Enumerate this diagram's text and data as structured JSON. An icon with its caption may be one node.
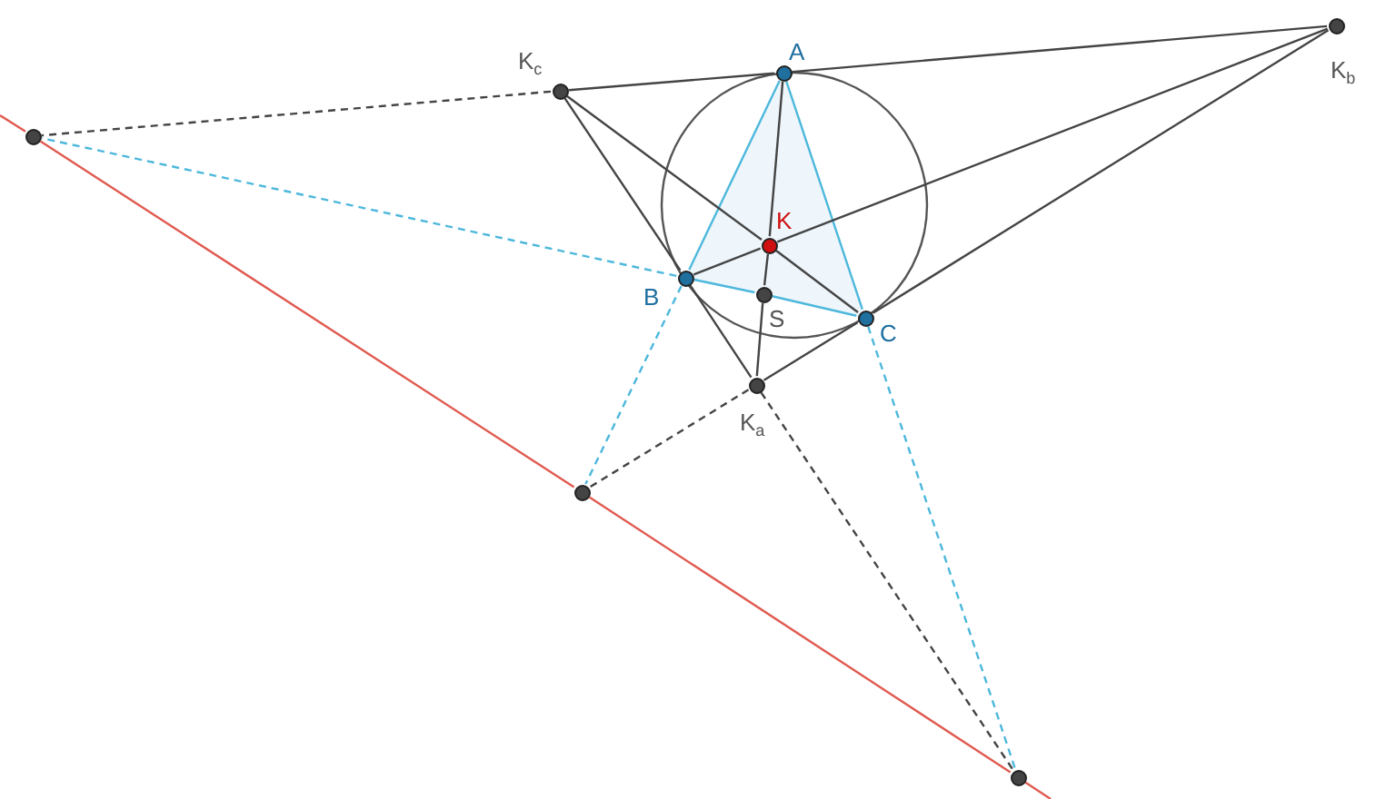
{
  "diagram": {
    "nodes": [
      {
        "text": [
          "A"
        ]
      },
      {
        "text": [
          "B"
        ]
      },
      {
        "text": [
          "C"
        ]
      },
      {
        "text": [
          "K"
        ]
      },
      {
        "text": [
          "S"
        ]
      },
      {
        "text": [
          "K$_{a}$"
        ]
      },
      {
        "text": [
          "K$_{b}$"
        ]
      },
      {
        "text": [
          "K$_{c}$"
        ]
      },
      {
        "text": [],
        "shape": "circle"
      },
      {
        "text": [],
        "shape": "circle"
      },
      {
        "text": [],
        "shape": "circle"
      }
    ],
    "edges": [
      {
        "from": 0,
        "to": 1,
        "arrow": "none",
        "color": "#4db8dc"
      },
      {
        "from": 1,
        "to": 4,
        "arrow": "none",
        "color": "#4db8dc"
      },
      {
        "from": 4,
        "to": 2,
        "arrow": "none",
        "color": "#4db8dc"
      },
      {
        "from": 2,
        "to": 0,
        "arrow": "none",
        "color": "#4db8dc"
      },
      {
        "from": 7,
        "to": 0,
        "arrow": "none"
      },
      {
        "from": 0,
        "to": 6,
        "arrow": "none"
      },
      {
        "from": 7,
        "to": 1,
        "arrow": "none"
      },
      {
        "from": 1,
        "to": 5,
        "arrow": "none"
      },
      {
        "from": 6,
        "to": 2,
        "arrow": "none"
      },
      {
        "from": 2,
        "to": 5,
        "arrow": "none"
      },
      {
        "from": 0,
        "to": 3,
        "arrow": "none"
      },
      {
        "from": 3,
        "to": 4,
        "arrow": "none"
      },
      {
        "from": 4,
        "to": 5,
        "arrow": "none"
      },
      {
        "from": 6,
        "to": 3,
        "arrow": "none"
      },
      {
        "from": 3,
        "to": 1,
        "arrow": "none"
      },
      {
        "from": 7,
        "to": 3,
        "arrow": "none"
      },
      {
        "from": 3,
        "to": 2,
        "arrow": "none"
      },
      {
        "from": 7,
        "to": 8,
        "arrow": "none",
        "style": "dashed"
      },
      {
        "from": 5,
        "to": 9,
        "arrow": "none",
        "style": "dashed"
      },
      {
        "from": 5,
        "to": 10,
        "arrow": "none",
        "style": "dashed"
      },
      {
        "from": 1,
        "to": 8,
        "arrow": "none",
        "style": "dashed",
        "color": "#4db8dc"
      },
      {
        "from": 1,
        "to": 9,
        "arrow": "none",
        "style": "dashed",
        "color": "#4db8dc"
      },
      {
        "from": 2,
        "to": 10,
        "arrow": "none",
        "style": "dashed",
        "color": "#4db8dc"
      },
      {
        "from": 8,
        "to": 9,
        "arrow": "none",
        "color": "#e05a50"
      },
      {
        "from": 9,
        "to": 10,
        "arrow": "none",
        "color": "#e05a50"
      }
    ]
  }
}
